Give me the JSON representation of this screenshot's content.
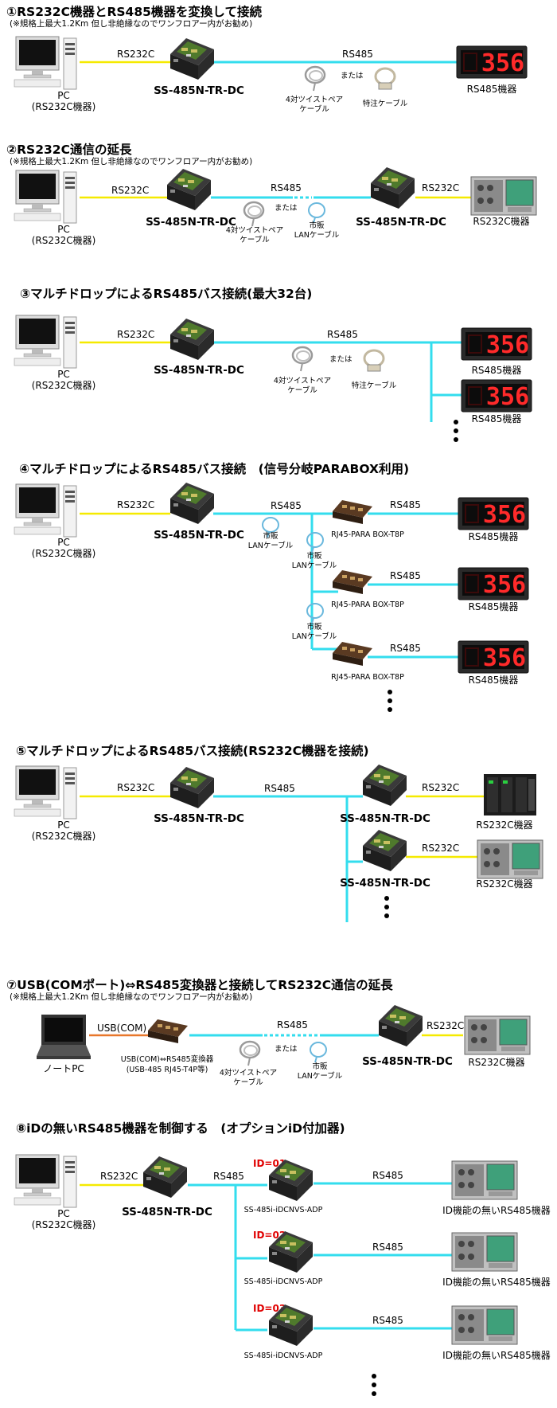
{
  "colors": {
    "rs232c_line": "#f5ea00",
    "rs485_line": "#33ddee",
    "usb_line": "#e8772a",
    "id_label": "#e00000"
  },
  "s1": {
    "title": "①RS232C機器とRS485機器を変換して接続",
    "note": "(※規格上最大1.2Km 但し非絶縁なのでワンフロアー内がお勧め)",
    "pc1": "PC",
    "pc2": "(RS232C機器)",
    "rs232c": "RS232C",
    "conv": "SS-485N-TR-DC",
    "rs485": "RS485",
    "cableA1": "4対ツイストペア",
    "cableA2": "ケーブル",
    "or": "または",
    "cableB": "特注ケーブル",
    "digits": "356",
    "device": "RS485機器"
  },
  "s2": {
    "title": "②RS232C通信の延長",
    "note": "(※規格上最大1.2Km 但し非絶縁なのでワンフロアー内がお勧め)",
    "pc1": "PC",
    "pc2": "(RS232C機器)",
    "rs232c_left": "RS232C",
    "conv_left": "SS-485N-TR-DC",
    "rs485": "RS485",
    "cableA1": "4対ツイストペア",
    "cableA2": "ケーブル",
    "or": "または",
    "cableB1": "市販",
    "cableB2": "LANケーブル",
    "conv_right": "SS-485N-TR-DC",
    "rs232c_right": "RS232C",
    "device": "RS232C機器"
  },
  "s3": {
    "title": "③マルチドロップによるRS485バス接続(最大32台)",
    "pc1": "PC",
    "pc2": "(RS232C機器)",
    "rs232c": "RS232C",
    "conv": "SS-485N-TR-DC",
    "rs485": "RS485",
    "cableA1": "4対ツイストペア",
    "cableA2": "ケーブル",
    "or": "または",
    "cableB": "特注ケーブル",
    "digits": "356",
    "device1": "RS485機器",
    "device2": "RS485機器"
  },
  "s4": {
    "title": "④マルチドロップによるRS485バス接続　(信号分岐PARABOX利用)",
    "pc1": "PC",
    "pc2": "(RS232C機器)",
    "rs232c": "RS232C",
    "conv": "SS-485N-TR-DC",
    "rs485_main": "RS485",
    "lan1": "市販",
    "lan2": "LANケーブル",
    "rs485": "RS485",
    "parabox": "RJ45-PARA BOX-T8P",
    "digits": "356",
    "device": "RS485機器"
  },
  "s5": {
    "title": "⑤マルチドロップによるRS485バス接続(RS232C機器を接続)",
    "pc1": "PC",
    "pc2": "(RS232C機器)",
    "rs232c": "RS232C",
    "conv": "SS-485N-TR-DC",
    "rs485": "RS485",
    "conv_a": "SS-485N-TR-DC",
    "rs232c_a": "RS232C",
    "device_a": "RS232C機器",
    "conv_b": "SS-485N-TR-DC",
    "rs232c_b": "RS232C",
    "device_b": "RS232C機器"
  },
  "s7": {
    "title": "⑦USB(COMポート)⇔RS485変換器と接続してRS232C通信の延長",
    "note": "(※規格上最大1.2Km 但し非絶縁なのでワンフロアー内がお勧め)",
    "usb": "USB(COM)",
    "notebook": "ノートPC",
    "usbconv1": "USB(COM)⇔RS485変換器",
    "usbconv2": "(USB-485 RJ45-T4P等)",
    "rs485": "RS485",
    "cableA1": "4対ツイストペア",
    "cableA2": "ケーブル",
    "or": "または",
    "cableB1": "市販",
    "cableB2": "LANケーブル",
    "conv": "SS-485N-TR-DC",
    "rs232c": "RS232C",
    "device": "RS232C機器"
  },
  "s8": {
    "title": "⑧iDの無いRS485機器を制御する　(オプションiD付加器)",
    "pc1": "PC",
    "pc2": "(RS232C機器)",
    "rs232c": "RS232C",
    "conv": "SS-485N-TR-DC",
    "rs485_main": "RS485",
    "id1": "ID=01",
    "id2": "ID=02",
    "id3": "ID=03",
    "adp": "SS-485i-iDCNVS-ADP",
    "rs485": "RS485",
    "device": "ID機能の無いRS485機器"
  }
}
